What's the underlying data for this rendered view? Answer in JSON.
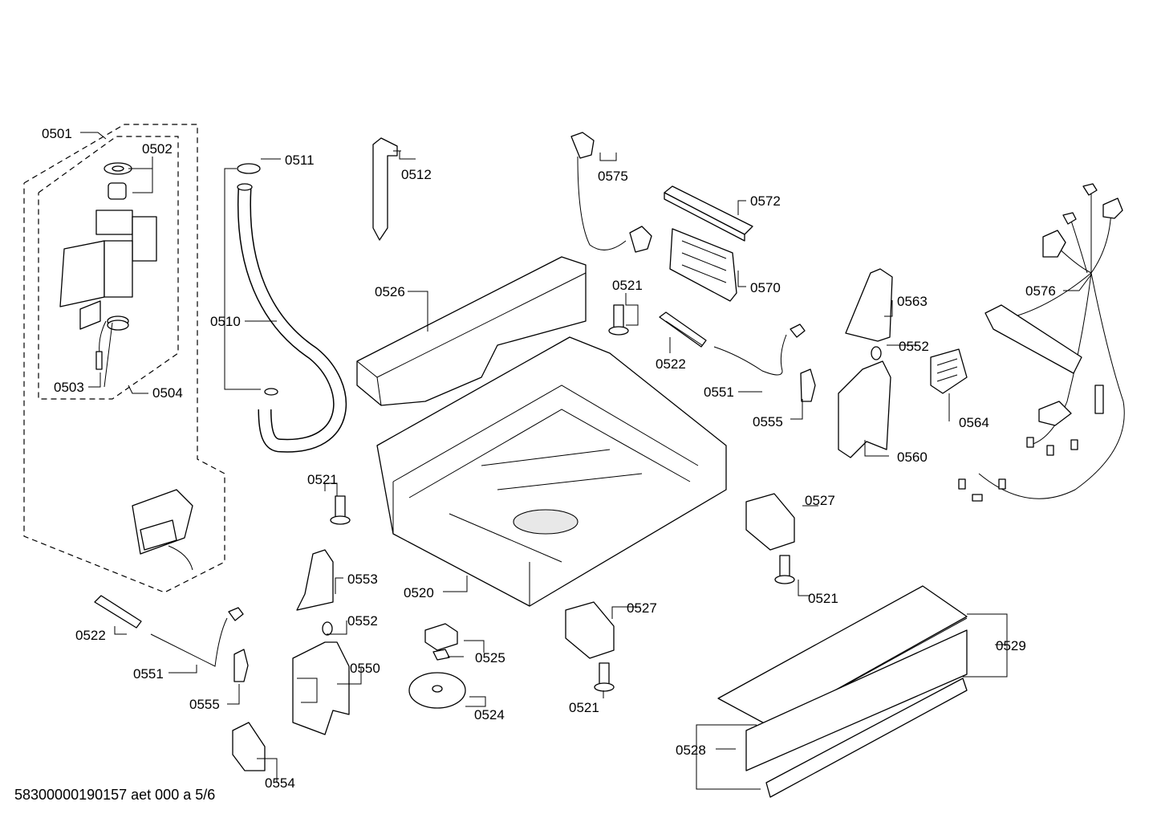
{
  "diagram": {
    "footer_code": "58300000190157 aet 000 a 5/6",
    "labels": {
      "l0501": "0501",
      "l0502": "0502",
      "l0503": "0503",
      "l0504": "0504",
      "l0510": "0510",
      "l0511": "0511",
      "l0512": "0512",
      "l0520": "0520",
      "l0521a": "0521",
      "l0521b": "0521",
      "l0521c": "0521",
      "l0521d": "0521",
      "l0522a": "0522",
      "l0522b": "0522",
      "l0524": "0524",
      "l0525": "0525",
      "l0526": "0526",
      "l0527a": "0527",
      "l0527b": "0527",
      "l0528": "0528",
      "l0529": "0529",
      "l0550": "0550",
      "l0551a": "0551",
      "l0551b": "0551",
      "l0552a": "0552",
      "l0552b": "0552",
      "l0553": "0553",
      "l0554": "0554",
      "l0555a": "0555",
      "l0555b": "0555",
      "l0560": "0560",
      "l0563": "0563",
      "l0564": "0564",
      "l0570": "0570",
      "l0572": "0572",
      "l0575": "0575",
      "l0576": "0576"
    }
  }
}
